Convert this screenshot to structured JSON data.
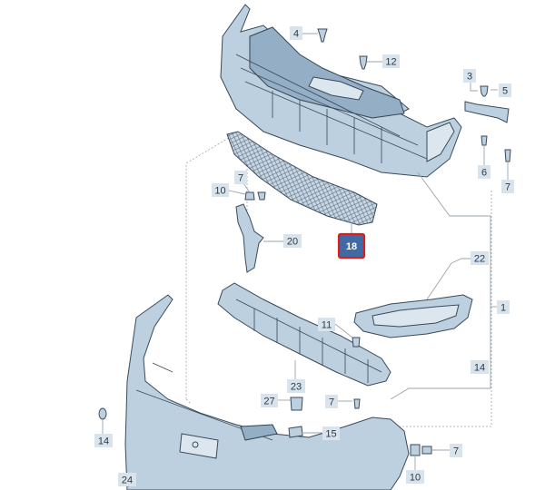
{
  "diagram": {
    "callouts": [
      {
        "id": "c4",
        "label": "4"
      },
      {
        "id": "c12",
        "label": "12"
      },
      {
        "id": "c3",
        "label": "3"
      },
      {
        "id": "c5",
        "label": "5"
      },
      {
        "id": "c6",
        "label": "6"
      },
      {
        "id": "c7a",
        "label": "7"
      },
      {
        "id": "c7b",
        "label": "7"
      },
      {
        "id": "c10a",
        "label": "10"
      },
      {
        "id": "c20",
        "label": "20"
      },
      {
        "id": "c18",
        "label": "18",
        "highlighted": true
      },
      {
        "id": "c22",
        "label": "22"
      },
      {
        "id": "c1",
        "label": "1"
      },
      {
        "id": "c11",
        "label": "11"
      },
      {
        "id": "c14a",
        "label": "14"
      },
      {
        "id": "c23",
        "label": "23"
      },
      {
        "id": "c27",
        "label": "27"
      },
      {
        "id": "c7c",
        "label": "7"
      },
      {
        "id": "c15",
        "label": "15"
      },
      {
        "id": "c14b",
        "label": "14"
      },
      {
        "id": "c7d",
        "label": "7"
      },
      {
        "id": "c10b",
        "label": "10"
      },
      {
        "id": "c24",
        "label": "24"
      }
    ],
    "colors": {
      "part_fill": "#bcd0e0",
      "part_stroke": "#3a4a5a",
      "callout_bg": "#d9e3ec",
      "highlight_fill": "#3f6aa3",
      "highlight_border": "#d81e1e"
    }
  }
}
